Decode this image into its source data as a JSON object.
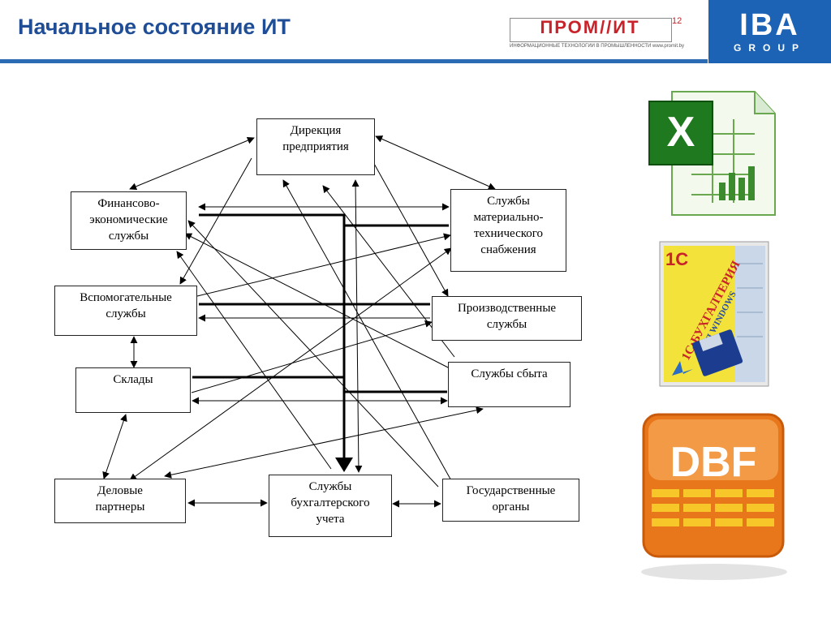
{
  "header": {
    "title": "Начальное состояние ИТ",
    "promit_logo": "ПРОМ//ИТ",
    "promit_superscript": "12",
    "promit_tagline": "ИНФОРМАЦИОННЫЕ ТЕХНОЛОГИИ В ПРОМЫШЛЕННОСТИ www.promit.by",
    "iba_logo_top": "IBA",
    "iba_logo_bottom": "GROUP",
    "accent_color": "#1d63b5"
  },
  "diagram": {
    "nodes": [
      {
        "id": "direction",
        "label": "Дирекция\nпредприятия"
      },
      {
        "id": "finance",
        "label": "Финансово-\nэкономические\nслужбы"
      },
      {
        "id": "supply",
        "label": "Службы\nматериально-\nтехнического\nснабжения"
      },
      {
        "id": "auxiliary",
        "label": "Вспомогательные\nслужбы"
      },
      {
        "id": "production",
        "label": "Производственные\nслужбы"
      },
      {
        "id": "warehouses",
        "label": "Склады"
      },
      {
        "id": "sales",
        "label": "Службы сбыта"
      },
      {
        "id": "partners",
        "label": "Деловые\nпартнеры"
      },
      {
        "id": "accounting",
        "label": "Службы\nбухгалтерского\nучета"
      },
      {
        "id": "government",
        "label": "Государственные\nорганы"
      }
    ]
  },
  "side_icons": {
    "icon1": "excel-icon",
    "icon2": "1c-accounting-box",
    "icon3": "dbf-icon",
    "icon1_letter": "X",
    "icon2_title": "1С:БУХГАЛТЕРИЯ",
    "icon2_subtitle": "ДЛЯ WINDOWS",
    "icon2_logo": "1C",
    "icon3_label": "DBF"
  }
}
